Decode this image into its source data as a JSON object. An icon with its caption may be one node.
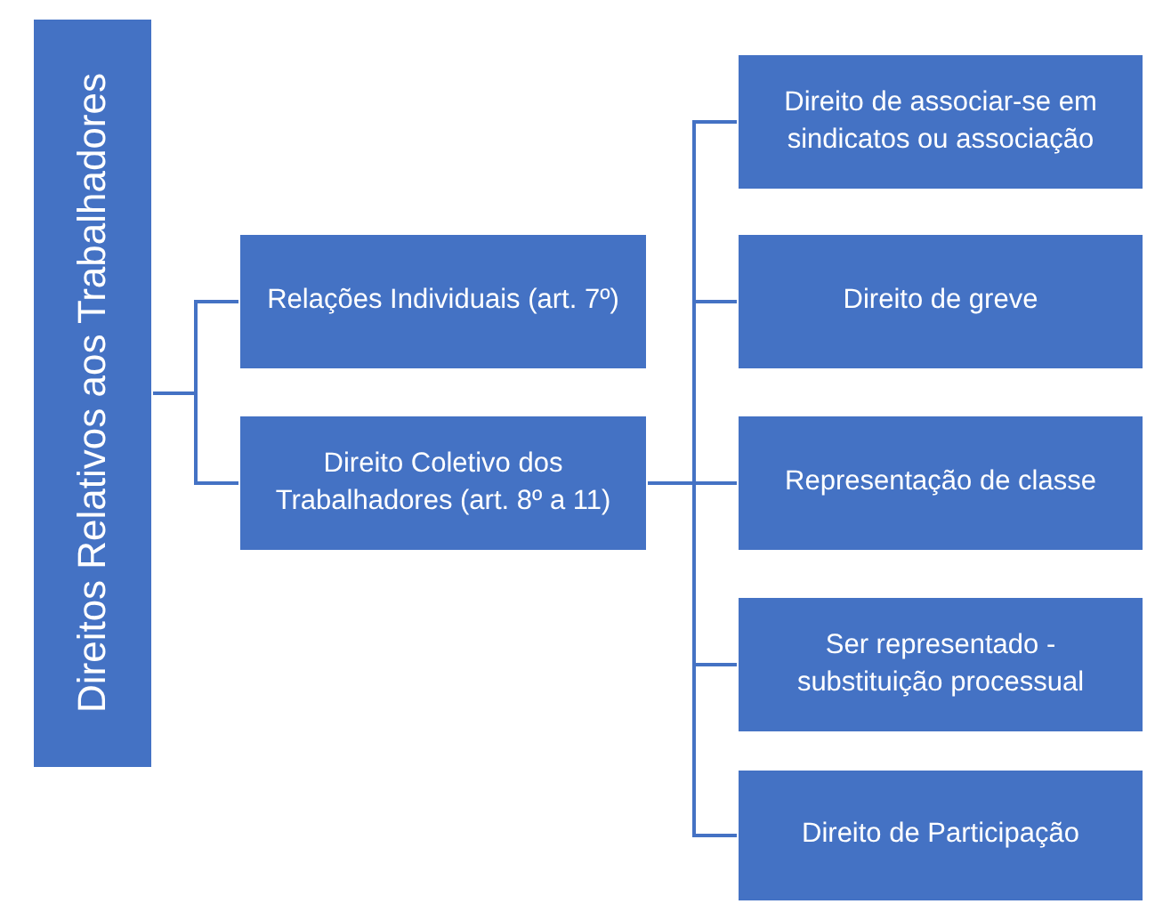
{
  "diagram": {
    "nodes": [
      {
        "text": [
          "Direitos Relativos aos Trabalhadores"
        ]
      },
      {
        "text": [
          "Relações Individuais (art. 7º)"
        ]
      },
      {
        "text": [
          "Direito Coletivo dos Trabalhadores (art. 8º a 11)"
        ]
      },
      {
        "text": [
          "Direito de associar-se em sindicatos ou associação"
        ]
      },
      {
        "text": [
          "Direito de greve"
        ]
      },
      {
        "text": [
          "Representação de classe"
        ]
      },
      {
        "text": [
          "Ser representado - substituição processual"
        ]
      },
      {
        "text": [
          "Direito de Participação"
        ]
      }
    ],
    "edges": [
      {
        "from": 0,
        "to": 1,
        "arrow": "none"
      },
      {
        "from": 0,
        "to": 2,
        "arrow": "none"
      },
      {
        "from": 2,
        "to": 3,
        "arrow": "none"
      },
      {
        "from": 2,
        "to": 4,
        "arrow": "none"
      },
      {
        "from": 2,
        "to": 5,
        "arrow": "none"
      },
      {
        "from": 2,
        "to": 6,
        "arrow": "none"
      },
      {
        "from": 2,
        "to": 7,
        "arrow": "none"
      }
    ]
  }
}
